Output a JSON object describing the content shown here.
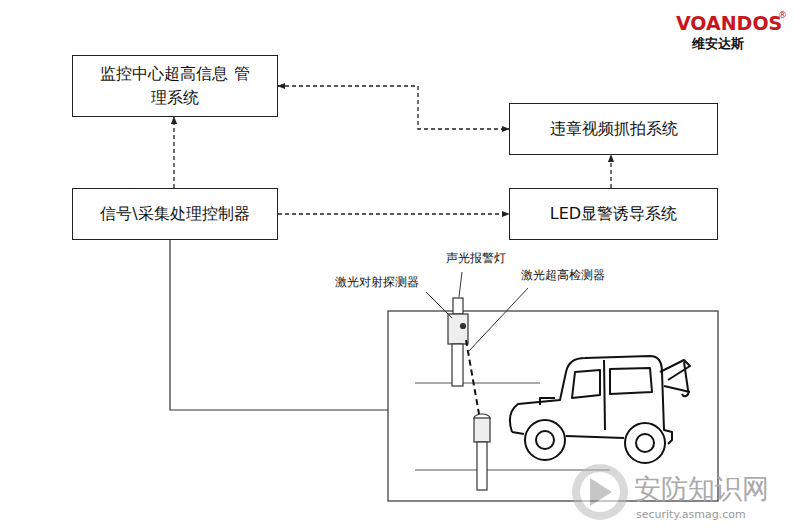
{
  "diagram": {
    "nodes": [
      {
        "text": [
          "监控中心超高信息 管理系统"
        ]
      },
      {
        "text": [
          "违章视频抓拍系统"
        ]
      },
      {
        "text": [
          "信号\\采集处理控制器"
        ]
      },
      {
        "text": [
          "LED显警诱导系统"
        ]
      }
    ],
    "edges": [
      {
        "from": 2,
        "to": 0,
        "arrow": "to"
      },
      {
        "from": 0,
        "to": 1,
        "arrow": "both"
      },
      {
        "from": 2,
        "to": 3,
        "arrow": "to"
      },
      {
        "from": 2,
        "to": 1,
        "arrow": "to"
      }
    ],
    "labels": [
      "VOANDOS",
      "®",
      "维安达斯",
      "声光报警灯",
      "激光对射探测器",
      "激光超高检测器",
      "安防知识网",
      "security.asmag.com"
    ]
  }
}
